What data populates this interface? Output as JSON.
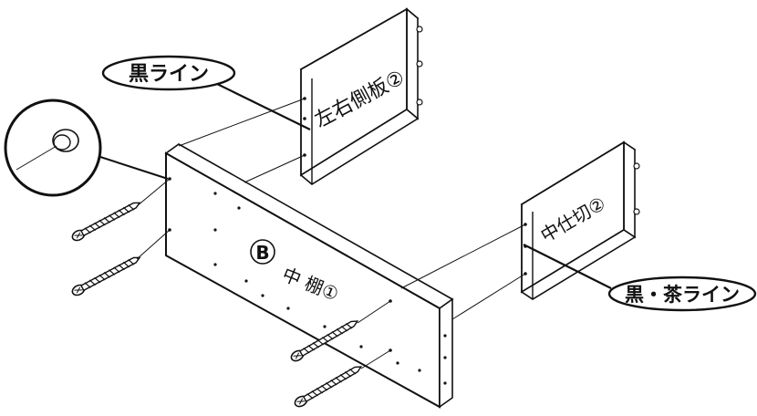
{
  "labels": {
    "black_line": "黒ライン",
    "left_right_side_panel": "左右側板②",
    "middle_partition": "中仕切②",
    "part_letter": "B",
    "middle_shelf": "中 棚①",
    "black_brown_line": "黒・茶ライン"
  },
  "icons": {
    "detail_callout": "magnified-hole-icon",
    "screw": "screw-icon"
  }
}
